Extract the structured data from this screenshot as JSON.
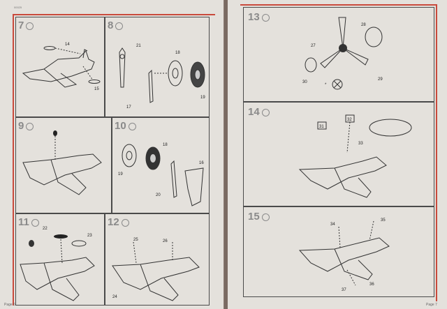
{
  "left_page": {
    "corner_code": "00025",
    "footer": "Page 6",
    "steps": [
      {
        "number": "7",
        "parts": [
          "14",
          "15"
        ]
      },
      {
        "number": "8",
        "parts": [
          "21",
          "18",
          "17",
          "19"
        ]
      },
      {
        "number": "9",
        "parts": []
      },
      {
        "number": "10",
        "parts": [
          "18",
          "16",
          "19",
          "20"
        ]
      },
      {
        "number": "11",
        "parts": [
          "22",
          "23"
        ]
      },
      {
        "number": "12",
        "parts": [
          "25",
          "26",
          "24"
        ]
      }
    ]
  },
  "right_page": {
    "footer": "Page 7",
    "steps": [
      {
        "number": "13",
        "parts": [
          "28",
          "27",
          "30",
          "29",
          "*"
        ]
      },
      {
        "number": "14",
        "parts": [
          "32",
          "31",
          "33"
        ]
      },
      {
        "number": "15",
        "parts": [
          "35",
          "34",
          "36",
          "37"
        ]
      }
    ]
  },
  "colors": {
    "border_red": "#c94a3c",
    "paper": "#e4e1dc",
    "line": "#333333"
  }
}
